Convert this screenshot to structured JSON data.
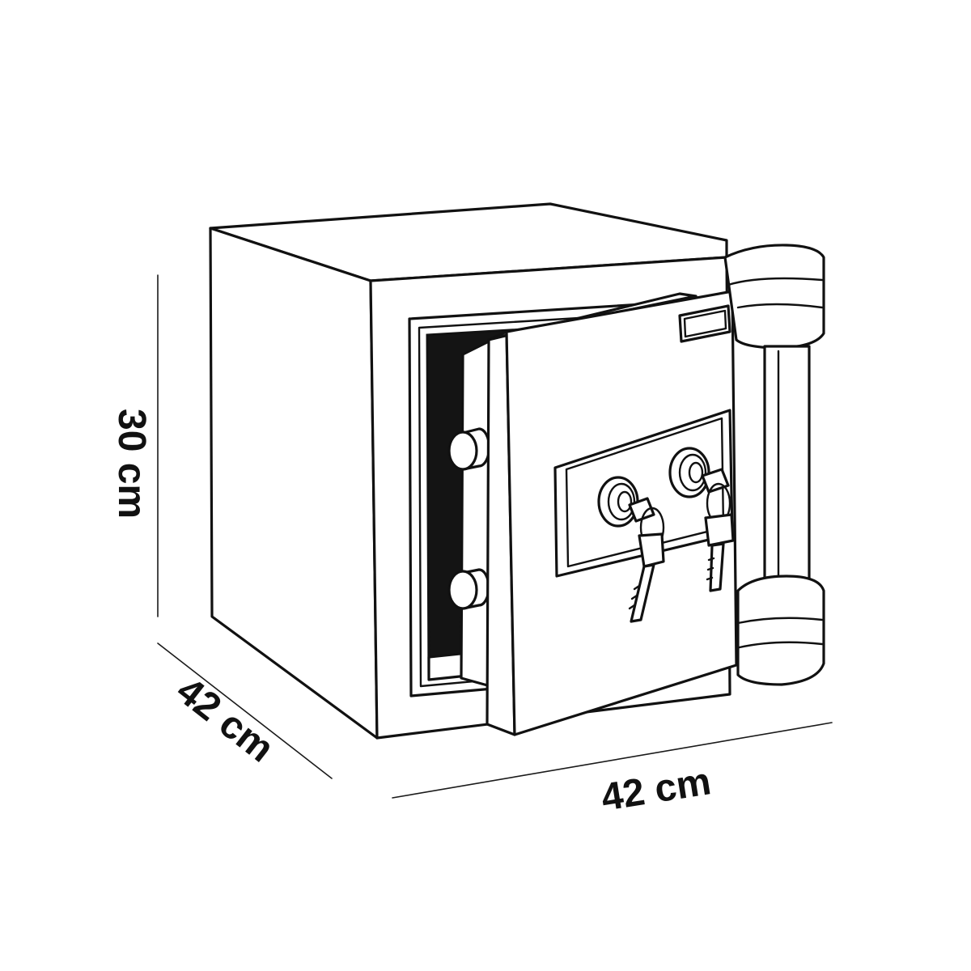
{
  "dimensions": {
    "height_label": "30 cm",
    "depth_label": "42 cm",
    "width_label": "42 cm"
  },
  "colors": {
    "stroke": "#111111",
    "background": "#ffffff",
    "interior": "#141414"
  },
  "icons": {
    "object": "safe-icon",
    "keys": "key-icon"
  }
}
